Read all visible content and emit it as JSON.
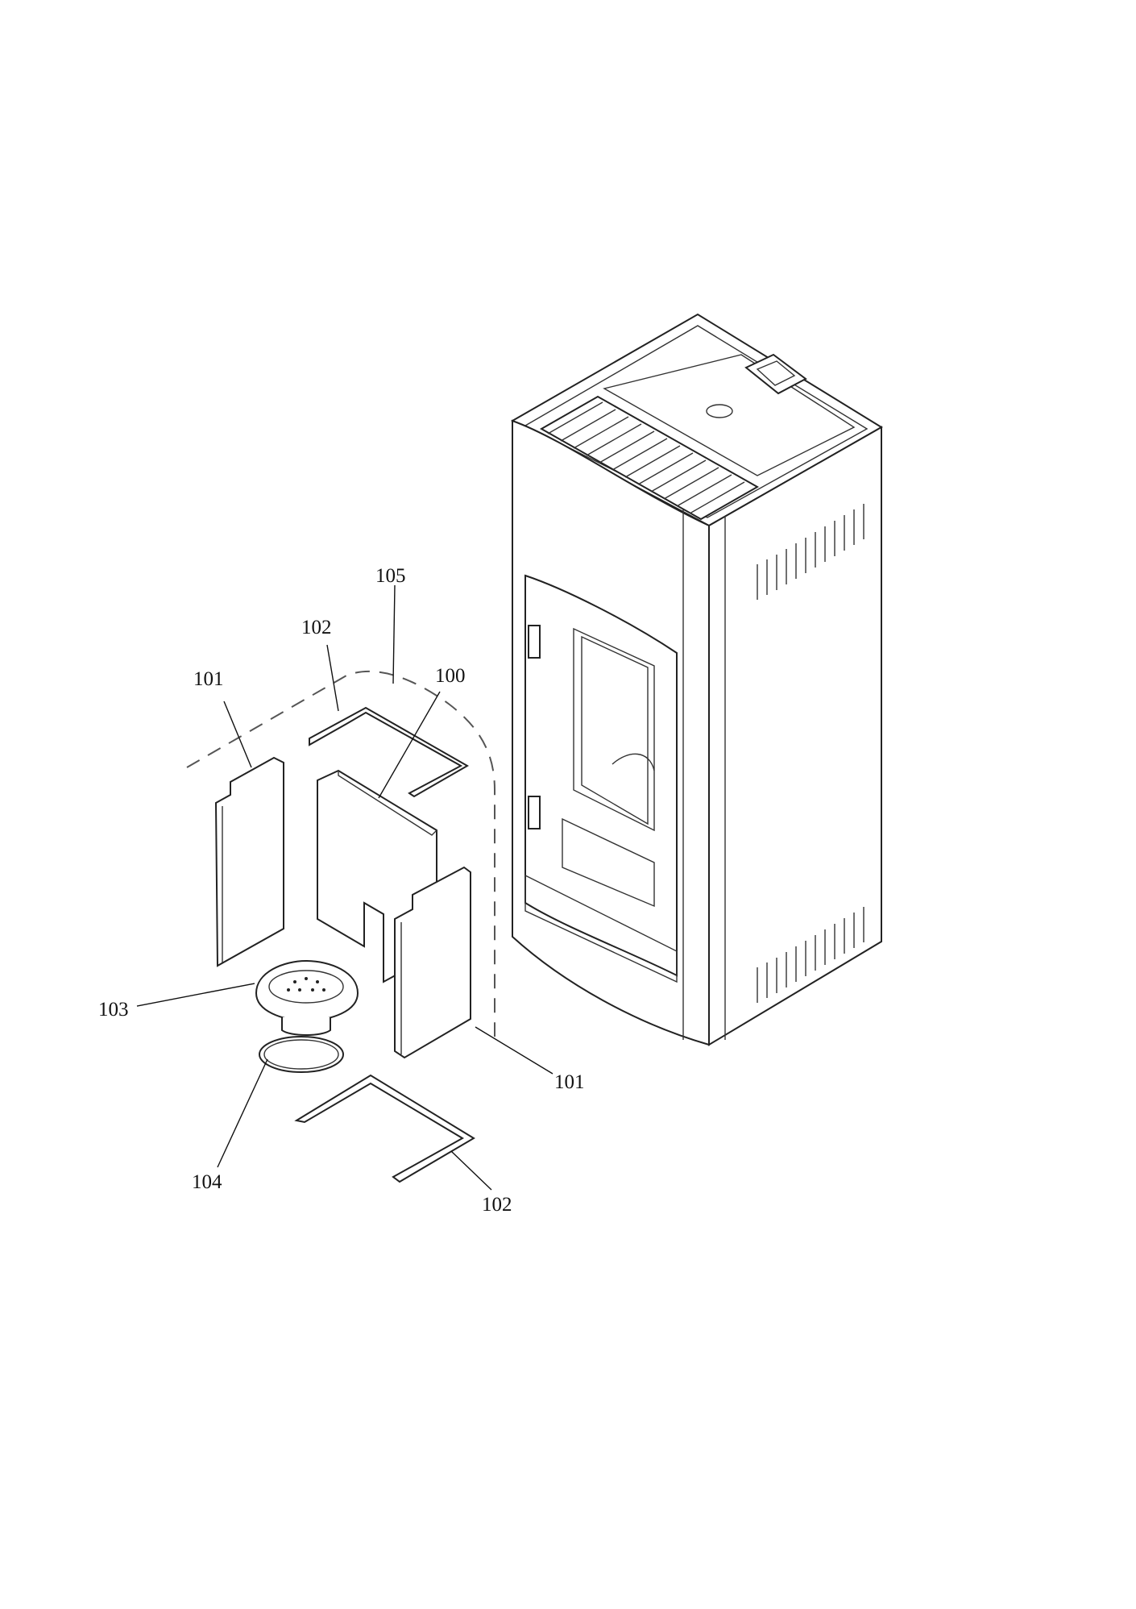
{
  "diagram": {
    "labels": {
      "p100": "100",
      "p101_top": "101",
      "p101_bottom": "101",
      "p102_top": "102",
      "p102_bottom": "102",
      "p103": "103",
      "p104": "104",
      "p105": "105"
    },
    "colors": {
      "line": "#222222",
      "background": "#ffffff"
    }
  }
}
